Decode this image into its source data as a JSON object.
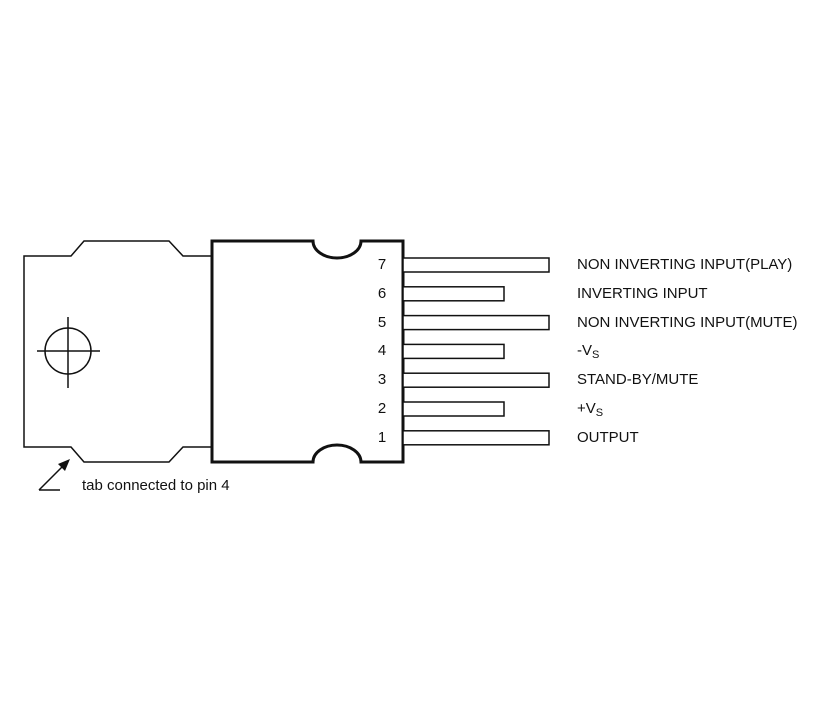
{
  "diagram": {
    "pins": [
      {
        "number": "7",
        "label": "NON INVERTING INPUT(PLAY)",
        "sub": "",
        "lead": "long"
      },
      {
        "number": "6",
        "label": "INVERTING INPUT",
        "sub": "",
        "lead": "short"
      },
      {
        "number": "5",
        "label": "NON INVERTING INPUT(MUTE)",
        "sub": "",
        "lead": "long"
      },
      {
        "number": "4",
        "label": "-V",
        "sub": "S",
        "lead": "short"
      },
      {
        "number": "3",
        "label": "STAND-BY/MUTE",
        "sub": "",
        "lead": "long"
      },
      {
        "number": "2",
        "label": "+V",
        "sub": "S",
        "lead": "short"
      },
      {
        "number": "1",
        "label": "OUTPUT",
        "sub": "",
        "lead": "long"
      }
    ],
    "tab_note": "tab connected to pin 4",
    "colors": {
      "stroke": "#111111",
      "background": "#ffffff"
    }
  }
}
